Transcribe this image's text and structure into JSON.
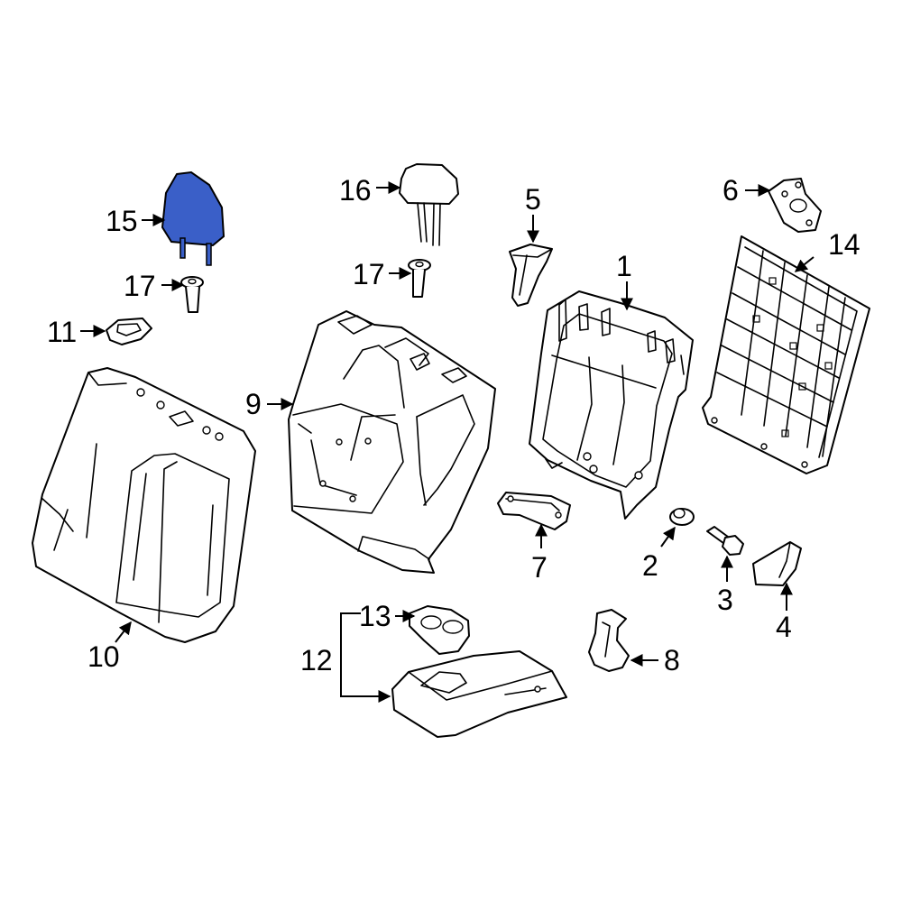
{
  "diagram": {
    "highlight_color": "#3a5fc8",
    "line_color": "#000000",
    "background": "#ffffff",
    "highlighted_part": "15",
    "callouts": {
      "c1": "1",
      "c2": "2",
      "c3": "3",
      "c4": "4",
      "c5": "5",
      "c6": "6",
      "c7": "7",
      "c8": "8",
      "c9": "9",
      "c10": "10",
      "c11": "11",
      "c12": "12",
      "c13": "13",
      "c14": "14",
      "c15": "15",
      "c16": "16",
      "c17a": "17",
      "c17b": "17"
    }
  }
}
